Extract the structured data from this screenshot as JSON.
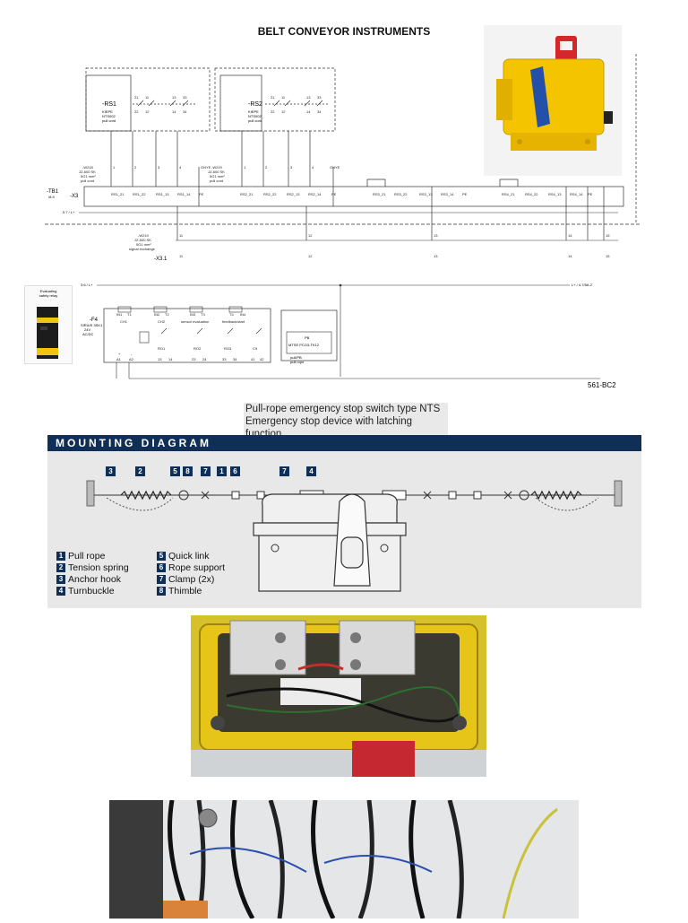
{
  "document": {
    "title": "BELT CONVEYOR INSTRUMENTS",
    "schematic": {
      "switch_1": {
        "tag": "-RS1",
        "desc": [
          "KIEPE",
          "NTS002",
          "pull cord"
        ]
      },
      "switch_2": {
        "tag": "-RS2",
        "desc": [
          "KIEPE",
          "NTS002",
          "pull cord"
        ]
      },
      "contacts": [
        "21",
        "11",
        "13",
        "33",
        "22",
        "12",
        "14",
        "34"
      ],
      "cable_1": [
        "-W218",
        "JZ-600 SK",
        "5G1 mm²",
        "pull cord"
      ],
      "cable_2": [
        "-W219",
        "JZ-600 SK",
        "5G1 mm²",
        "pull cord"
      ],
      "cable_3": [
        "-W219",
        "JZ-600 SK",
        "5G1 mm²",
        "signal exchange"
      ],
      "wire_color": "GNYE",
      "terminal_block": "-TB1",
      "terminal_block_sub": "/8.9",
      "strip_x3": "-X3",
      "strip_x31": "-X3.1",
      "supply_in": "0.7 / L+",
      "supply_bus": "3.6 / L+",
      "supply_out": "L+ / 4.7/5A.2",
      "terminals": [
        "RS1_21",
        "RS1_22",
        "RS1_13",
        "RS1_14",
        "PE",
        "RS2_21",
        "RS2_22",
        "RS2_13",
        "RS2_14",
        "PE",
        "RS3_21",
        "RS3_22",
        "RS3_13",
        "RS3_14",
        "PE",
        "RS4_21",
        "RS4_22",
        "RS4_13",
        "RS4_14",
        "PE"
      ],
      "wire_numbers": [
        "1",
        "2",
        "3",
        "4",
        "1",
        "2",
        "3",
        "4",
        "11",
        "12",
        "13",
        "14",
        "15"
      ],
      "relay": {
        "tag": "-F4",
        "desc": [
          "SIRIUS 3SK1",
          "24V",
          "AC/DC"
        ],
        "channels": [
          "CH1",
          "CH2",
          "sensor evaluation",
          "feedback/start"
        ],
        "top_terminals": [
          "IN1",
          "T1",
          "IN2",
          "T2",
          "IN3",
          "T3",
          "T4",
          "IN4"
        ],
        "contacts": [
          "RO1",
          "RO2",
          "RO3",
          "C9"
        ],
        "bottom_terminals": [
          "A1",
          "A2",
          "13",
          "14",
          "23",
          "24",
          "33",
          "34",
          "41",
          "42"
        ],
        "bottom_symbols": [
          "+",
          "-"
        ]
      },
      "interlock": {
        "label": "PB",
        "desc": [
          "MTSE PCO3-TK12"
        ],
        "sub": [
          "pull/PB",
          "pull rope"
        ]
      },
      "photo_label": [
        "Evaluating",
        "safety relay"
      ],
      "sheet_ref": "561-BC2"
    },
    "caption_lines": [
      "Pull-rope emergency stop switch type NTS",
      "Emergency stop device with latching function"
    ],
    "mounting": {
      "title": "MOUNTING DIAGRAM",
      "callouts": [
        "3",
        "2",
        "5",
        "8",
        "7",
        "1",
        "6",
        "7",
        "4"
      ],
      "legend_left": [
        {
          "num": "1",
          "text": "Pull rope"
        },
        {
          "num": "2",
          "text": "Tension spring"
        },
        {
          "num": "3",
          "text": "Anchor hook"
        },
        {
          "num": "4",
          "text": "Turnbuckle"
        }
      ],
      "legend_right": [
        {
          "num": "5",
          "text": "Quick link"
        },
        {
          "num": "6",
          "text": "Rope support"
        },
        {
          "num": "7",
          "text": "Clamp (2x)"
        },
        {
          "num": "8",
          "text": "Thimble"
        }
      ]
    }
  },
  "colors": {
    "band": "#0f2f57",
    "switch_yellow": "#f5c400",
    "knob_red": "#d5262c",
    "handle_blue": "#2350a8"
  }
}
